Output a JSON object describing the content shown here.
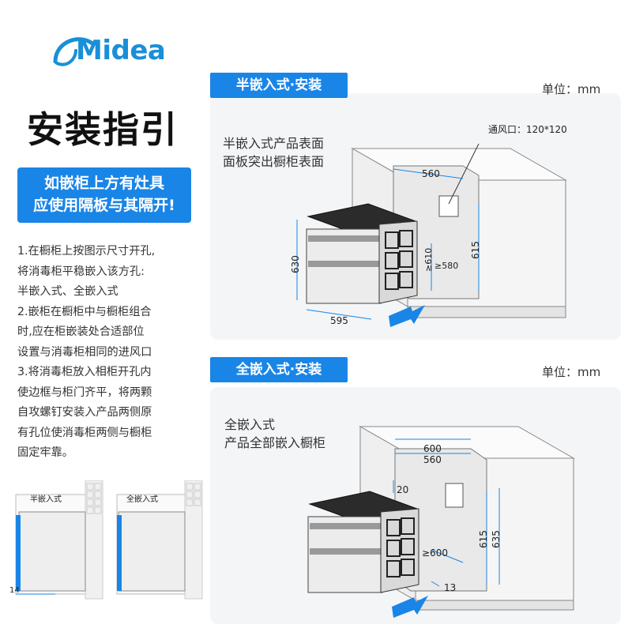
{
  "brand": {
    "logo_text": "Midea"
  },
  "page_title": "安装指引",
  "warning": {
    "line1": "如嵌柜上方有灶具",
    "line2": "应使用隔板与其隔开!"
  },
  "steps": [
    "1.在橱柜上按图示尺寸开孔,",
    "将消毒柜平稳嵌入该方孔:",
    "半嵌入式、全嵌入式",
    "2.嵌柜在橱柜中与橱柜组合",
    "时,应在柜嵌装处合适部位",
    "设置与消毒柜相同的进风口",
    "3.将消毒柜放入相柜开孔内",
    "使边框与柜门齐平，将两颗",
    "自攻螺钉安装入产品两侧原",
    "有孔位使消毒柜两侧与橱柜",
    "固定牢靠。"
  ],
  "mini_diagrams": {
    "half_label": "半嵌入式",
    "full_label": "全嵌入式",
    "offset_label": "14"
  },
  "section_half": {
    "tab": "半嵌入式·安装",
    "unit": "单位：mm",
    "desc_line1": "半嵌入式产品表面",
    "desc_line2": "面板突出橱柜表面",
    "vent_label": "通风口：120*120",
    "dims": {
      "w560": "560",
      "h615": "615",
      "h610": "≥610",
      "d580": "≥580",
      "h630": "630",
      "w595": "595"
    }
  },
  "section_full": {
    "tab": "全嵌入式·安装",
    "unit": "单位：mm",
    "desc_line1": "全嵌入式",
    "desc_line2": "产品全部嵌入橱柜",
    "dims": {
      "w600": "600",
      "w560": "560",
      "d20": "20",
      "h615": "615",
      "h635": "635",
      "d600": "≥600",
      "d13": "13"
    }
  },
  "colors": {
    "accent": "#1985e6",
    "logo": "#1a8fd8",
    "panel": "#f3f5f7"
  }
}
